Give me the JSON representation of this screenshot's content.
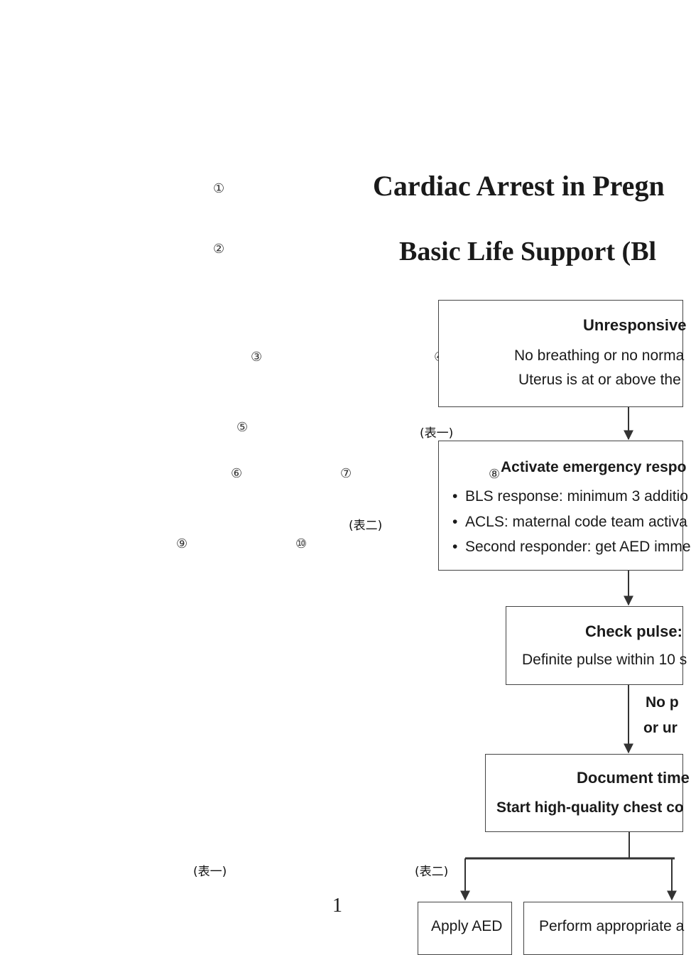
{
  "title_line1": "Cardiac Arrest in Pregn",
  "title_line2": "Basic Life Support (Bl",
  "markers": [
    "①",
    "②",
    "③",
    "④",
    "⑤",
    "⑥",
    "⑦",
    "⑧",
    "⑨",
    "⑩"
  ],
  "tags": {
    "tag_a": "(表一)",
    "tag_b": "(表二)",
    "tag_c": "(表一)",
    "tag_d": "(表二)"
  },
  "page_number": "1",
  "flow": {
    "box1": {
      "heading": "Unresponsive",
      "line1": "No breathing or no norma",
      "line2": "Uterus is at or above the"
    },
    "box2": {
      "heading": "Activate emergency respo",
      "bullets": [
        "BLS response: minimum 3 additio",
        "ACLS: maternal code team activa",
        "Second responder: get AED imme"
      ]
    },
    "box3": {
      "heading": "Check pulse:",
      "line1": "Definite pulse within 10 s"
    },
    "branch_label": {
      "line1": "No p",
      "line2": "or ur"
    },
    "box4": {
      "heading": "Document time",
      "line1": "Start high-quality chest co"
    },
    "box5": {
      "label": "Apply AED"
    },
    "box6": {
      "label": "Perform appropriate a"
    }
  }
}
